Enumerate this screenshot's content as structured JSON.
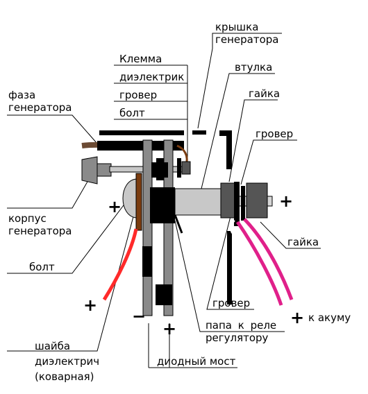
{
  "labels": {
    "cover": "крышка генератора",
    "clamp": "Клемма",
    "dielectric": "диэлектрик",
    "grover_top": "гровер",
    "bolt_top": "болт",
    "sleeve": "втулка",
    "nut_top": "гайка",
    "grover_right": "гровер",
    "phase": "фаза генератора",
    "housing": "корпус генератора",
    "bolt_bottom": "болт",
    "nut_right": "гайка",
    "grover_bottom": "гровер",
    "papa": "папа к реле регулятору",
    "to_battery": "к акуму",
    "diode_bridge": "диодный мост",
    "washer": "шайба диэлектрич (коварная)"
  },
  "signs": {
    "plus": "+",
    "minus": "−"
  },
  "colors": {
    "plate": "#8a8a8a",
    "block": "#000000",
    "copper": "#7a3c10",
    "red_wire": "#ff2a2a",
    "pink_wire": "#e0208a",
    "cable_brown": "#6b4a33"
  }
}
